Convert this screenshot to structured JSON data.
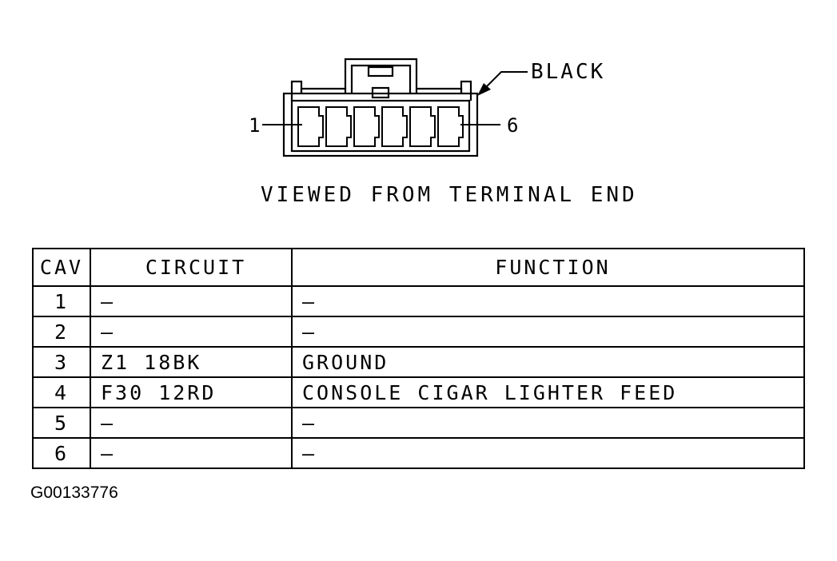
{
  "connector": {
    "color_label": "BLACK",
    "pin_first_label": "1",
    "pin_last_label": "6",
    "caption": "VIEWED FROM TERMINAL END"
  },
  "table": {
    "headers": {
      "cav": "CAV",
      "circuit": "CIRCUIT",
      "function": "FUNCTION"
    },
    "rows": [
      {
        "cav": "1",
        "circuit": "—",
        "function": "—"
      },
      {
        "cav": "2",
        "circuit": "—",
        "function": "—"
      },
      {
        "cav": "3",
        "circuit": "Z1 18BK",
        "function": "GROUND"
      },
      {
        "cav": "4",
        "circuit": "F30 12RD",
        "function": "CONSOLE CIGAR LIGHTER FEED"
      },
      {
        "cav": "5",
        "circuit": "—",
        "function": "—"
      },
      {
        "cav": "6",
        "circuit": "—",
        "function": "—"
      }
    ]
  },
  "image_id": "G00133776"
}
